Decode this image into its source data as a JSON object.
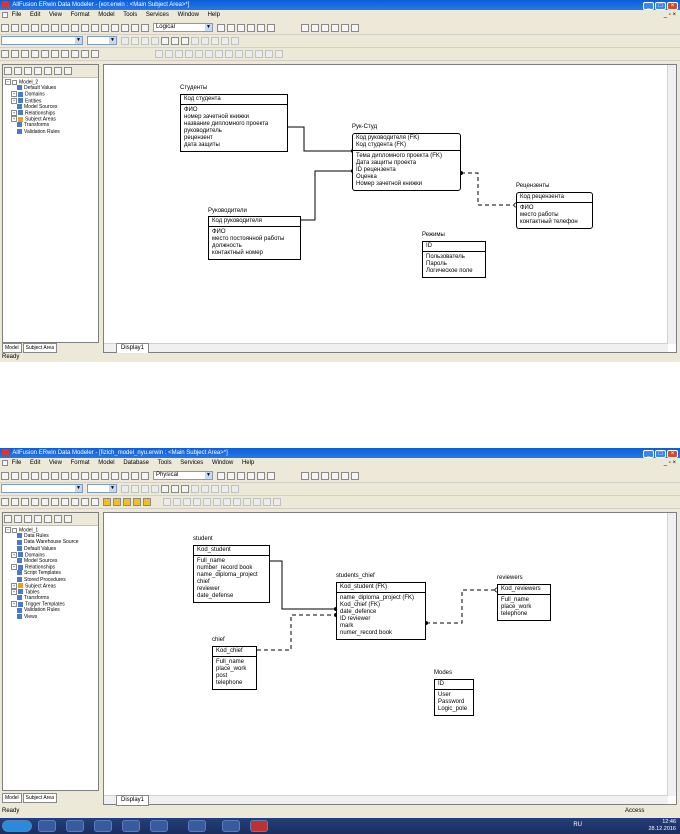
{
  "window1": {
    "title": "AllFusion ERwin Data Modeler - [кот.erwin : <Main Subject Area>*]",
    "menu": [
      "File",
      "Edit",
      "View",
      "Format",
      "Model",
      "Tools",
      "Services",
      "Window",
      "Help"
    ],
    "mode": "Logical",
    "tree": {
      "root": "Model_2",
      "items": [
        "Default Values",
        "Domains",
        "Entities",
        "Model Sources",
        "Relationships",
        "Subject Areas",
        "Transforms",
        "Validation Rules"
      ]
    },
    "tabs": {
      "model": "Model",
      "subject": "Subject Area"
    },
    "display_tab": "Display1",
    "status": "Ready",
    "entities": [
      {
        "name": "Студенты",
        "pk": [
          "Код студента"
        ],
        "attrs": [
          "ФИО",
          "номер зачетной книжки",
          "название дипломного проекта",
          "руководитель",
          "рецензент",
          "дата защиты"
        ]
      },
      {
        "name": "Рук-Студ",
        "pk": [
          "Код руководителя (FK)",
          "Код студента (FK)"
        ],
        "attrs": [
          "Тема дипломного проекта (FK)",
          "Дата защиты проекта",
          "ID рецензента",
          "Оценка",
          "Номер зачетной книжки"
        ]
      },
      {
        "name": "Руководители",
        "pk": [
          "Код руководителя"
        ],
        "attrs": [
          "ФИО",
          "место постоянной работы",
          "должность",
          "контактный номер"
        ]
      },
      {
        "name": "Рецензенты",
        "pk": [
          "Код рецензента"
        ],
        "attrs": [
          "ФИО",
          "место работы",
          "контактный телефон"
        ]
      },
      {
        "name": "Режимы",
        "pk": [
          "ID"
        ],
        "attrs": [
          "Пользователь",
          "Пароль",
          "Логическое поле"
        ]
      }
    ]
  },
  "window2": {
    "title": "AllFusion ERwin Data Modeler - [fizich_model_nyu.erwin : <Main Subject Area>*]",
    "menu": [
      "File",
      "Edit",
      "View",
      "Format",
      "Model",
      "Database",
      "Tools",
      "Services",
      "Window",
      "Help"
    ],
    "mode": "Physical",
    "tree": {
      "root": "Model_1",
      "items": [
        "Data Rules",
        "Data Warehouse Source",
        "Default Values",
        "Domains",
        "Model Sources",
        "Relationships",
        "Script Templates",
        "Stored Procedures",
        "Subject Areas",
        "Tables",
        "Transforms",
        "Trigger Templates",
        "Validation Rules",
        "Views"
      ]
    },
    "tabs": {
      "model": "Model",
      "subject": "Subject Area"
    },
    "display_tab": "Display1",
    "status": "Ready",
    "status_right": "Access",
    "entities": [
      {
        "name": "student",
        "pk": [
          "Kod_student"
        ],
        "attrs": [
          "Full_name",
          "number_record book",
          "name_diploma_project",
          "chief",
          "reviewer",
          "date_defense"
        ]
      },
      {
        "name": "students_chief",
        "pk": [
          "Kod_student (FK)"
        ],
        "attrs": [
          "name_diploma_project (FK)",
          "Kod_chief (FK)",
          "date_defence",
          "ID reviewer",
          "mark",
          "numer_record book"
        ]
      },
      {
        "name": "reviewers",
        "pk": [
          "Kod_reviewers"
        ],
        "attrs": [
          "Full_name",
          "place_work",
          "telephone"
        ]
      },
      {
        "name": "chief",
        "pk": [
          "Kod_chief"
        ],
        "attrs": [
          "Full_name",
          "place_work",
          "post",
          "telephone"
        ]
      },
      {
        "name": "Modes",
        "pk": [
          "ID"
        ],
        "attrs": [
          "User",
          "Password",
          "Logic_pole"
        ]
      }
    ]
  },
  "taskbar": {
    "lang": "RU",
    "time": "12:46",
    "date": "28.12.2016"
  },
  "colors": {
    "titlebar": "#0a5fd8",
    "taskbar": "#1b2f5e",
    "close": "#d8482d"
  }
}
